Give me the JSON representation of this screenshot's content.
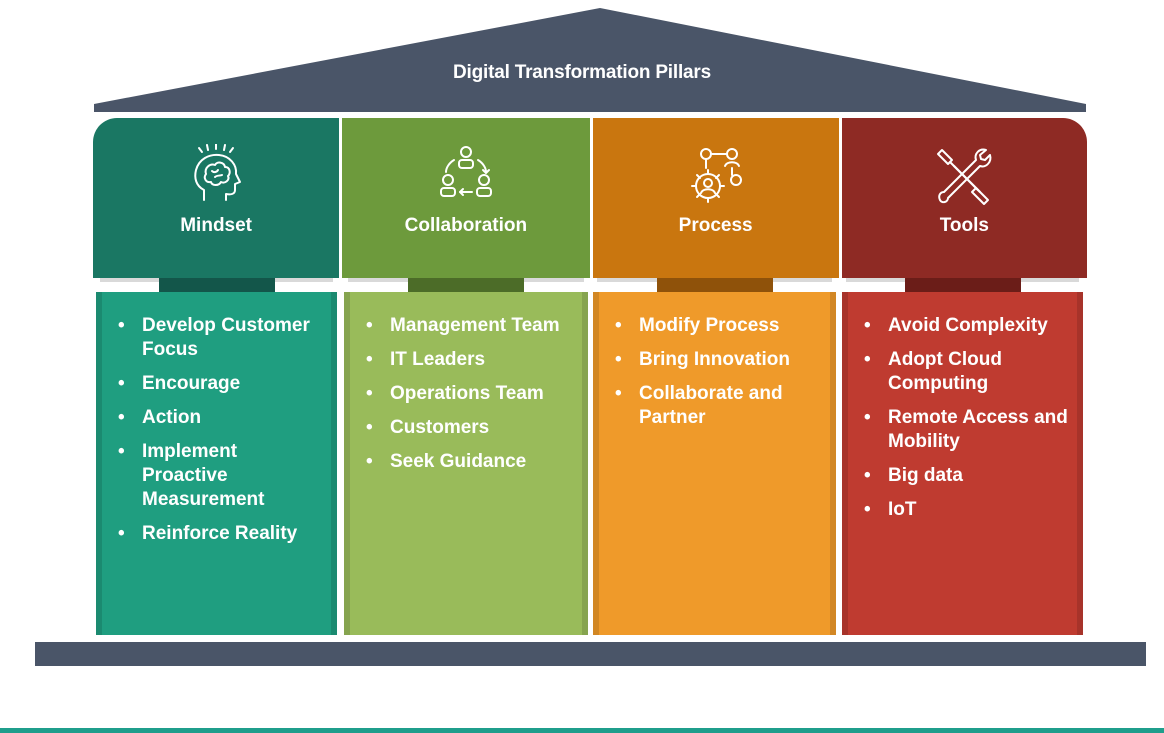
{
  "title": "Digital Transformation Pillars",
  "colors": {
    "roof": "#4a5568",
    "base": "#4a5568",
    "footer_line": "#1f9e8c"
  },
  "pillars": [
    {
      "title": "Mindset",
      "icon": "brain-head-icon",
      "capital_color": "#1a7763",
      "shaft_color": "#1f9e80",
      "block_color": "#13564a",
      "items": [
        "Develop Customer Focus",
        "Encourage",
        "Action",
        "Implement Proactive Measurement",
        "Reinforce Reality"
      ]
    },
    {
      "title": "Collaboration",
      "icon": "team-cycle-icon",
      "capital_color": "#6d9a3c",
      "shaft_color": "#99bb5a",
      "block_color": "#4c6c28",
      "items": [
        "Management Team",
        "IT Leaders",
        "Operations Team",
        "Customers",
        "Seek Guidance"
      ]
    },
    {
      "title": "Process",
      "icon": "gear-network-icon",
      "capital_color": "#c9760f",
      "shaft_color": "#ef9a2a",
      "block_color": "#8f520a",
      "items": [
        "Modify Process",
        "Bring Innovation",
        "Collaborate and Partner"
      ]
    },
    {
      "title": "Tools",
      "icon": "wrench-screwdriver-icon",
      "capital_color": "#8e2a24",
      "shaft_color": "#bf3b30",
      "block_color": "#6b1d18",
      "items": [
        "Avoid Complexity",
        "Adopt Cloud Computing",
        "Remote Access and Mobility",
        "Big data",
        "IoT"
      ]
    }
  ]
}
